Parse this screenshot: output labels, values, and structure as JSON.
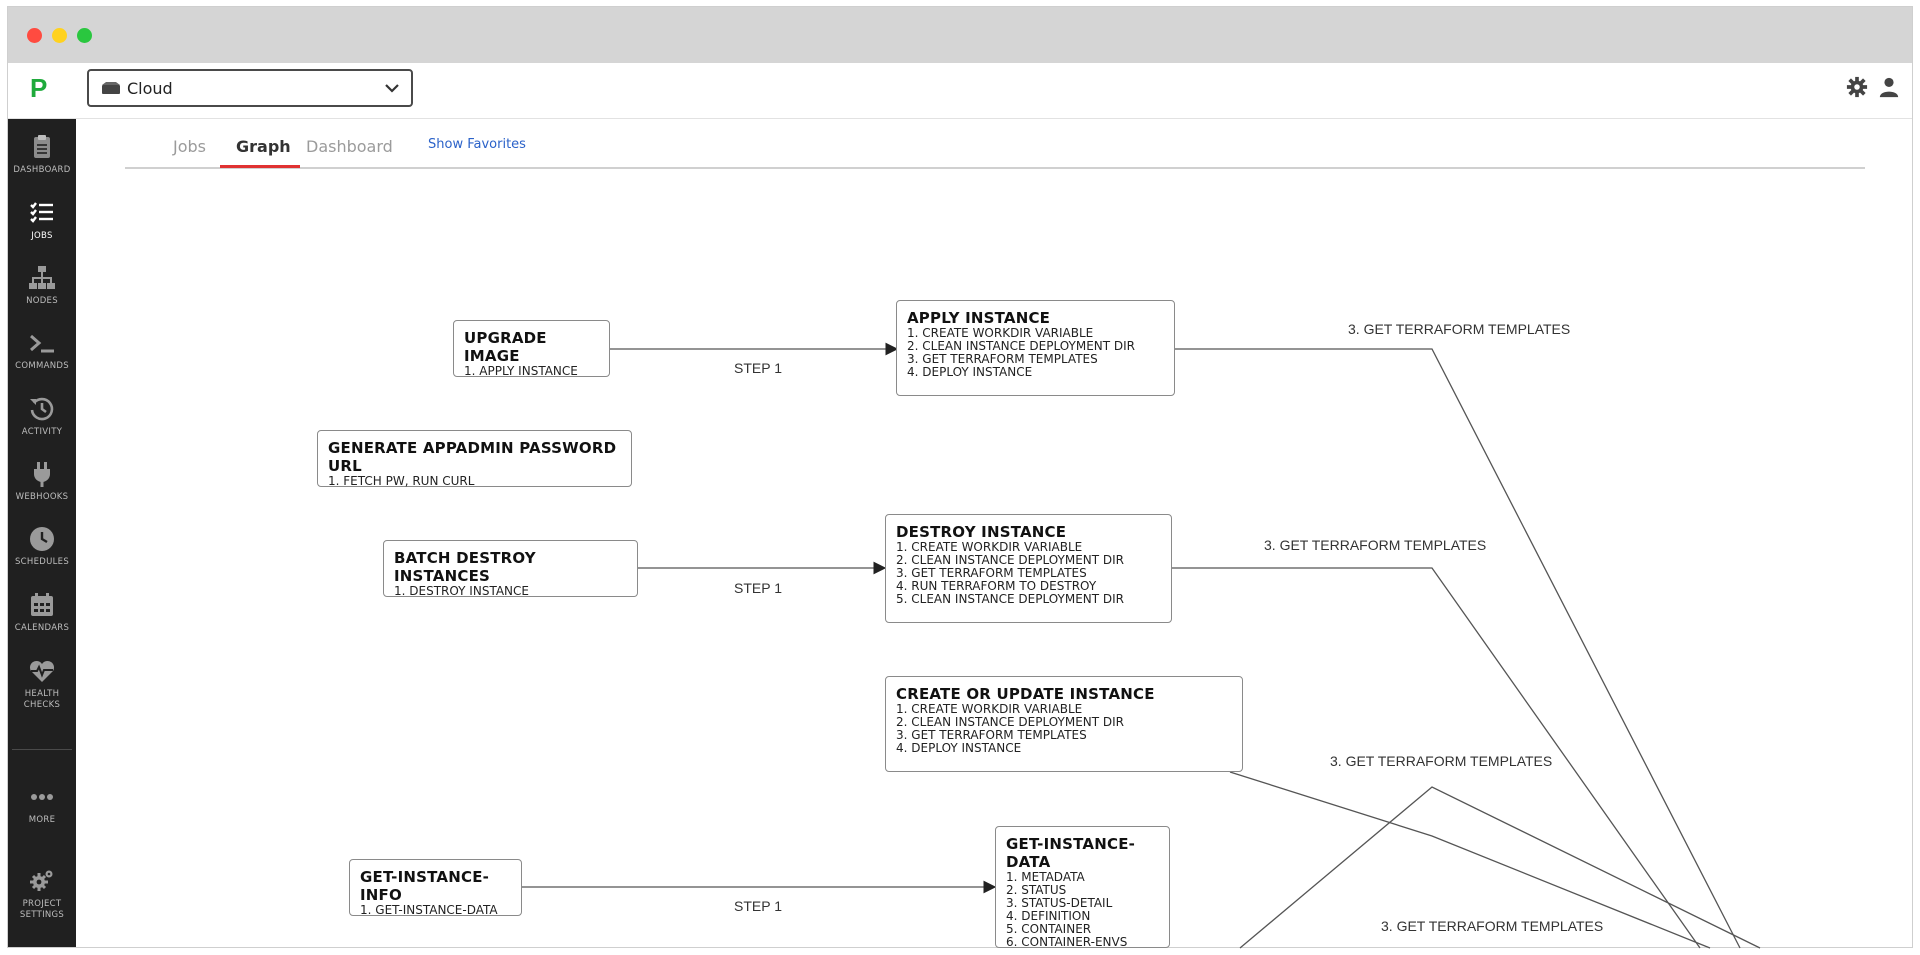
{
  "app": {
    "logo": "P",
    "project": "Cloud"
  },
  "sidebar": {
    "items": [
      {
        "label": "DASHBOARD"
      },
      {
        "label": "JOBS"
      },
      {
        "label": "NODES"
      },
      {
        "label": "COMMANDS"
      },
      {
        "label": "ACTIVITY"
      },
      {
        "label": "WEBHOOKS"
      },
      {
        "label": "SCHEDULES"
      },
      {
        "label": "CALENDARS"
      },
      {
        "label": "HEALTH CHECKS"
      },
      {
        "label": "MORE"
      },
      {
        "label": "PROJECT SETTINGS"
      }
    ]
  },
  "tabs": {
    "jobs": "Jobs",
    "graph": "Graph",
    "dashboard": "Dashboard",
    "favorites": "Show Favorites"
  },
  "graph": {
    "nodes": {
      "upgrade_image": {
        "title": "UPGRADE IMAGE",
        "steps": [
          "1. APPLY INSTANCE"
        ]
      },
      "apply_instance": {
        "title": "APPLY INSTANCE",
        "steps": [
          "1. CREATE WORKDIR VARIABLE",
          "2. CLEAN INSTANCE DEPLOYMENT DIR",
          "3. GET TERRAFORM TEMPLATES",
          "4. DEPLOY INSTANCE"
        ]
      },
      "generate_pw": {
        "title": "GENERATE APPADMIN PASSWORD URL",
        "steps": [
          "1. FETCH PW, RUN CURL"
        ]
      },
      "batch_destroy": {
        "title": "BATCH DESTROY INSTANCES",
        "steps": [
          "1. DESTROY INSTANCE"
        ]
      },
      "destroy_instance": {
        "title": "DESTROY INSTANCE",
        "steps": [
          "1. CREATE WORKDIR VARIABLE",
          "2. CLEAN INSTANCE DEPLOYMENT DIR",
          "3. GET TERRAFORM TEMPLATES",
          "4. RUN TERRAFORM TO DESTROY",
          "5. CLEAN INSTANCE DEPLOYMENT DIR"
        ]
      },
      "create_update": {
        "title": "CREATE OR UPDATE INSTANCE",
        "steps": [
          "1. CREATE WORKDIR VARIABLE",
          "2. CLEAN INSTANCE DEPLOYMENT DIR",
          "3. GET TERRAFORM TEMPLATES",
          "4. DEPLOY INSTANCE"
        ]
      },
      "get_info": {
        "title": "GET-INSTANCE-INFO",
        "steps": [
          "1. GET-INSTANCE-DATA"
        ]
      },
      "get_data": {
        "title": "GET-INSTANCE-DATA",
        "steps": [
          "1. METADATA",
          "2. STATUS",
          "3. STATUS-DETAIL",
          "4. DEFINITION",
          "5. CONTAINER",
          "6. CONTAINER-ENVS"
        ]
      }
    },
    "edge_labels": {
      "step1": "STEP 1",
      "terraform": "3. GET TERRAFORM TEMPLATES"
    }
  }
}
